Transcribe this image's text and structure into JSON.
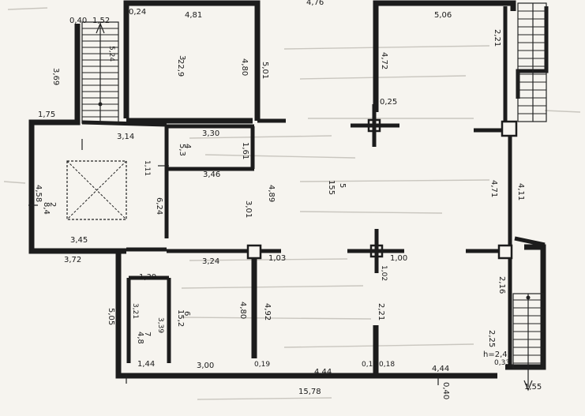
{
  "rooms": [
    {
      "number": "3",
      "area": "22,9"
    },
    {
      "number": "4",
      "area": "5,3"
    },
    {
      "number": "5",
      "area": "155"
    },
    {
      "number": "2",
      "area": "8,4"
    },
    {
      "number": "6",
      "area": "15,2"
    },
    {
      "number": "7",
      "area": "4,8"
    }
  ],
  "dimensions": {
    "d_0_40": "0,40",
    "d_1_52": "1,52",
    "d_0_24": "0,24",
    "d_4_81": "4,81",
    "d_4_76": "4,76",
    "d_5_06": "5,06",
    "d_3_69": "3,69",
    "d_5_24": "5,24",
    "d_4_80_top": "4,80",
    "d_5_01": "5,01",
    "d_4_72": "4,72",
    "d_2_21_top": "2,21",
    "d_0_25": "0,25",
    "d_1_75": "1,75",
    "d_3_14": "3,14",
    "d_3_30": "3,30",
    "d_1_61": "1,61",
    "d_1_11": "1,11",
    "d_3_46": "3,46",
    "d_4_89": "4,89",
    "d_4_71": "4,71",
    "d_4_11": "4,11",
    "d_4_58": "4,58",
    "d_6_24": "6,24",
    "d_3_01": "3,01",
    "d_3_45": "3,45",
    "d_3_72": "3,72",
    "d_3_24": "3,24",
    "d_1_03": "1,03",
    "d_1_00": "1,00",
    "d_1_02": "1,02",
    "d_2_16": "2,16",
    "d_1_39": "1,39",
    "d_5_05": "5,05",
    "d_3_21": "3,21",
    "d_3_39": "3,39",
    "d_4_80_low": "4,80",
    "d_4_92": "4,92",
    "d_2_21_low": "2,21",
    "d_2_25": "2,25",
    "d_h245": "h=2,45",
    "d_1_44": "1,44",
    "d_3_00": "3,00",
    "d_0_19a": "0,19",
    "d_4_44a": "4,44",
    "d_0_19b": "0,19",
    "d_0_18": "0,18",
    "d_4_44b": "4,44",
    "d_0_33": "0,33",
    "d_15_78": "15,78",
    "d_0_40_bottom": "0,40",
    "d_1_55": "1,55"
  }
}
